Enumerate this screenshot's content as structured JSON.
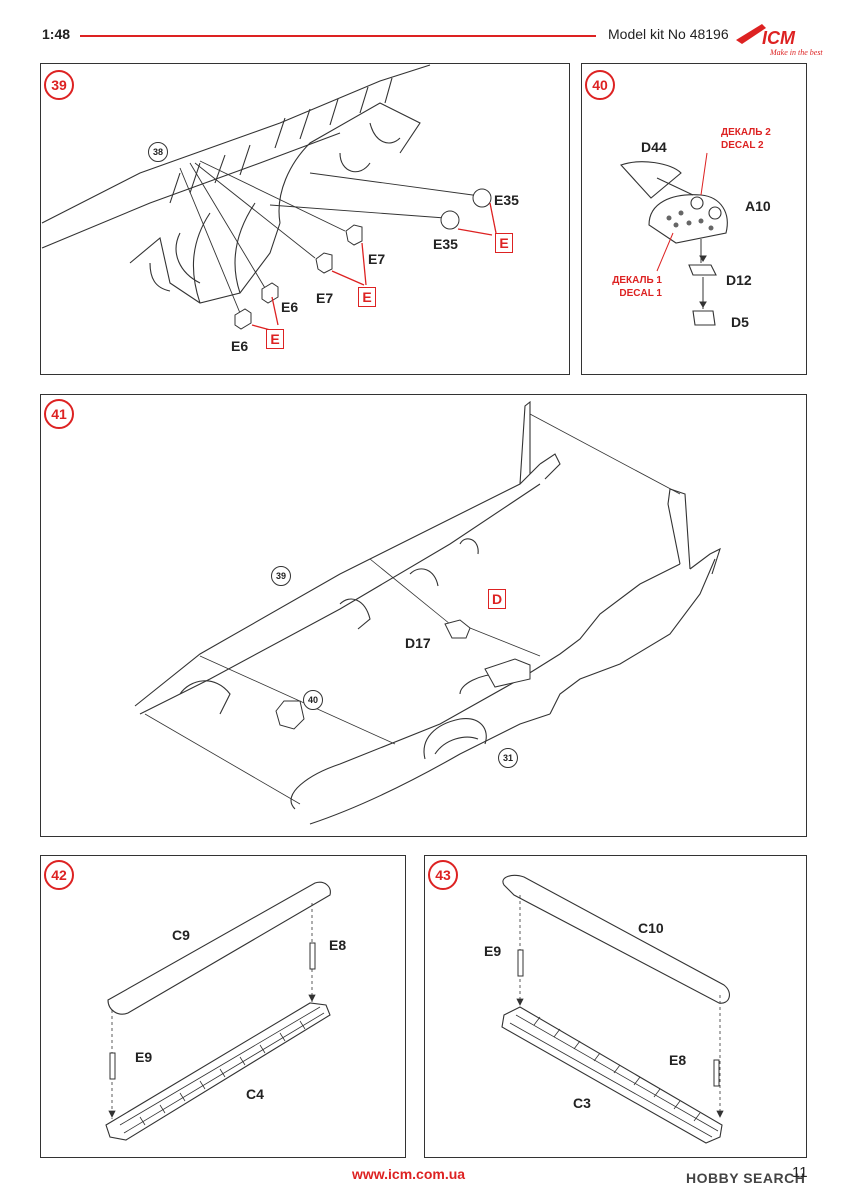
{
  "header": {
    "scale": "1:48",
    "title": "Model kit No 48196",
    "logo_text": "ICM",
    "logo_tagline": "Make in the best"
  },
  "steps": {
    "s39": {
      "number": "39",
      "ref": "38",
      "labels": {
        "e35a": "E35",
        "e35b": "E35",
        "e7a": "E7",
        "e7b": "E7",
        "e6a": "E6",
        "e6b": "E6"
      },
      "sprue_boxes": [
        "E",
        "E",
        "E"
      ]
    },
    "s40": {
      "number": "40",
      "labels": {
        "d44": "D44",
        "a10": "A10",
        "d12": "D12",
        "d5": "D5"
      },
      "decal2_ru": "ДЕКАЛЬ 2",
      "decal2_en": "DECAL 2",
      "decal1_ru": "ДЕКАЛЬ 1",
      "decal1_en": "DECAL 1"
    },
    "s41": {
      "number": "41",
      "ref39": "39",
      "ref40": "40",
      "ref31": "31",
      "d17": "D17",
      "sprue_box": "D"
    },
    "s42": {
      "number": "42",
      "labels": {
        "c9": "C9",
        "e8": "E8",
        "e9": "E9",
        "c4": "C4"
      }
    },
    "s43": {
      "number": "43",
      "labels": {
        "c10": "C10",
        "e9": "E9",
        "e8": "E8",
        "c3": "C3"
      }
    }
  },
  "footer": {
    "url": "www.icm.com.ua",
    "page": "11",
    "watermark": "HOBBY SEARCH"
  },
  "colors": {
    "accent": "#dd2222",
    "ink": "#333333"
  }
}
